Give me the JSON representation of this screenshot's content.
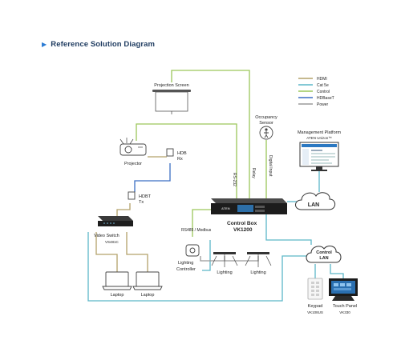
{
  "title": "Reference Solution Diagram",
  "legend": [
    {
      "label": "HDMI",
      "color": "#b3a26a"
    },
    {
      "label": "Cat 5e",
      "color": "#5cb7c8"
    },
    {
      "label": "Control",
      "color": "#9cc75a"
    },
    {
      "label": "HDBaseT",
      "color": "#3c6fc4"
    },
    {
      "label": "Power",
      "color": "#9a9a9a"
    }
  ],
  "nodes": {
    "projection_screen": "Projection Screen",
    "projector": "Projector",
    "hdb_rx": [
      "HDB",
      "Rx"
    ],
    "hdbt_tx": [
      "HDBT",
      "Tx"
    ],
    "video_switch": [
      "Video Switch",
      "VS481C"
    ],
    "laptop_1": "Laptop",
    "laptop_2": "Laptop",
    "control_box": [
      "Control Box",
      "VK1200"
    ],
    "occupancy_sensor": [
      "Occupancy",
      "Sensor"
    ],
    "management_platform": [
      "Management Platform",
      "ATEN Unizon™"
    ],
    "lan": "LAN",
    "control_lan": [
      "Control",
      "LAN"
    ],
    "lighting_controller": [
      "Lighting",
      "Controller"
    ],
    "lighting_1": "Lighting",
    "lighting_2": "Lighting",
    "keypad": [
      "Keypad",
      "VK108US"
    ],
    "touch_panel": [
      "Touch Panel",
      "VK330"
    ]
  },
  "connection_labels": {
    "rs232": "RS-232",
    "relay": "Relay",
    "digital_input": "Digital Input",
    "rs485": "RS485 / Modbus"
  }
}
